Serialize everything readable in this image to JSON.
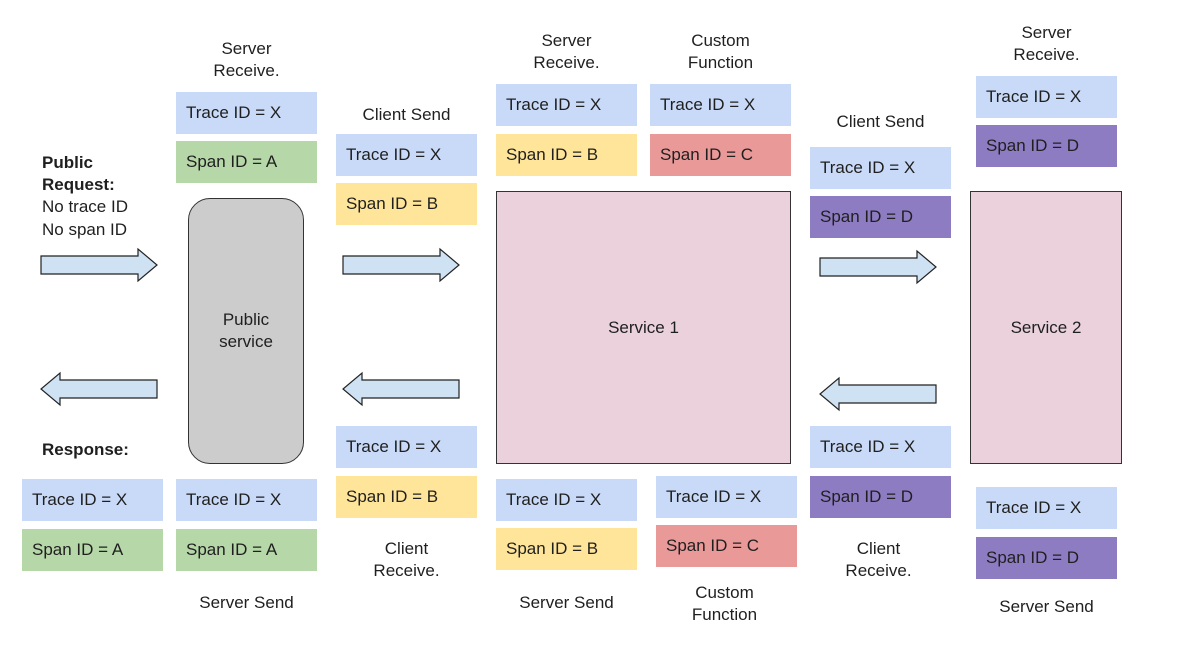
{
  "colors": {
    "trace": "#c9daf8",
    "span_a": "#b6d7a8",
    "span_b": "#ffe599",
    "span_c": "#ea9999",
    "span_d": "#8e7cc3",
    "service": "#ead1dc",
    "public_service": "#cccccc",
    "arrow": "#cfe2f3"
  },
  "public_request": {
    "title": "Public\nRequest:",
    "line1": "No trace ID",
    "line2": "No span ID"
  },
  "response": {
    "title": "Response:"
  },
  "public_service": {
    "label": "Public\nservice"
  },
  "service1": {
    "label": "Service 1"
  },
  "service2": {
    "label": "Service 2"
  },
  "stages": {
    "server_receive": "Server\nReceive.",
    "client_send": "Client Send",
    "custom_function": "Custom\nFunction",
    "client_receive": "Client\nReceive.",
    "server_send": "Server Send"
  },
  "ids": {
    "trace_x": "Trace ID = X",
    "span_a": "Span ID = A",
    "span_b": "Span ID = B",
    "span_c": "Span ID = C",
    "span_d": "Span ID = D"
  }
}
